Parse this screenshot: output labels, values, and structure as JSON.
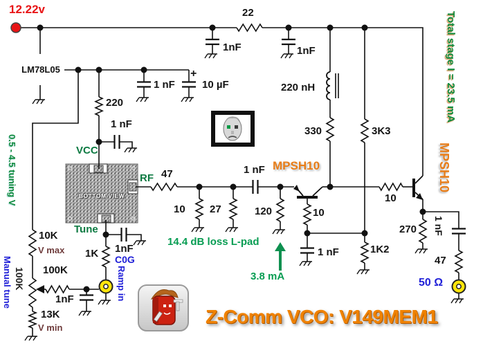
{
  "title": "Z-Comm VCO: V149MEM1",
  "power": {
    "input_voltage": "12.22v",
    "filter_resistor": "22",
    "rail_cap_left": "1nF",
    "rail_cap_right": "1nF",
    "regulator": "LM78L05",
    "reg_out_cap": "1 nF",
    "bulk_cap_plus": "+",
    "bulk_cap": "10 µF",
    "vcc_resistor": "220",
    "vcc_cap": "1 nF"
  },
  "vco": {
    "view_label": "BOTTOM VIEW",
    "pin_vcc": "VCC",
    "pin_rf": "RF",
    "pin_tune": "Tune"
  },
  "lpad": {
    "series_r": "47",
    "shunt_r1": "10",
    "shunt_r2": "27",
    "note": "14.4 dB loss L-pad",
    "coupling_cap": "1 nF",
    "termination_r": "120",
    "current_note": "3.8 mA"
  },
  "buffer": {
    "q1": "MPSH10",
    "q2": "MPSH10",
    "collector_inductor": "220 nH",
    "collector_r": "330",
    "bias_r_top": "3K3",
    "bias_r_bottom": "1K2",
    "q1_emitter_r": "10",
    "bypass_cap": "1 nF",
    "interstage_r": "10",
    "q2_emitter_r": "270",
    "total_note": "Total stage I = 23.5 mA"
  },
  "output": {
    "coupling_cap": "1 nF",
    "series_r": "47",
    "connector": "50 Ω"
  },
  "tuning": {
    "range_note": "0.5 - 4.5 tuning V",
    "r_top": "10K",
    "r_top_note": "V max",
    "pot_value": "100K",
    "pot_note": "Manual tune",
    "wiper_r": "100K",
    "filter_cap": "1nF",
    "r_bottom": "13K",
    "r_bottom_note": "V min",
    "series_r": "1K",
    "tune_cap": "1nF",
    "tune_cap_type": "C0G",
    "ramp_connector": "Ramp in"
  },
  "icons": {
    "face_badge": "pixel-face-icon",
    "tool_badge": "pixel-toolman-icon",
    "supply_terminal": "red-terminal",
    "ramp_connector": "coax-jack",
    "rf_output": "coax-jack"
  },
  "colors": {
    "supply_red": "#e81416",
    "annotation_green": "#089d53",
    "pin_label_green": "#0c7a42",
    "value_blue": "#2020d8",
    "brand_orange": "#ef8712",
    "note_maroon": "#6e3b3b",
    "connector_yellow": "#ffe50a"
  }
}
